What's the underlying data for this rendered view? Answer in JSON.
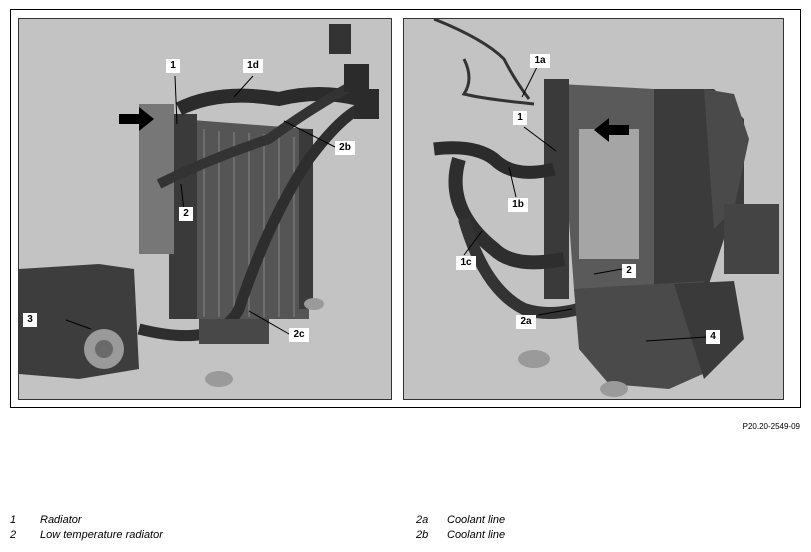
{
  "figure": {
    "reference": "P20.20-2549-09",
    "left_callouts": [
      "1",
      "1d",
      "2b",
      "2",
      "3",
      "2c"
    ],
    "right_callouts": [
      "1a",
      "1",
      "1b",
      "1c",
      "2",
      "2a",
      "4"
    ]
  },
  "legend": [
    {
      "num": "1",
      "text": "Radiator"
    },
    {
      "num": "2",
      "text": "Low temperature radiator"
    },
    {
      "num": "2a",
      "text": "Coolant line"
    },
    {
      "num": "2b",
      "text": "Coolant line"
    }
  ]
}
